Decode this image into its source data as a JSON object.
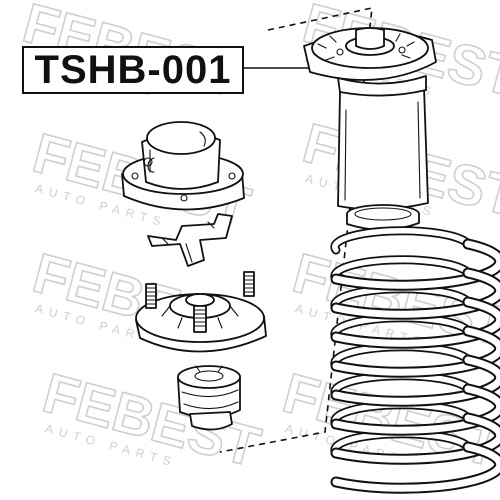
{
  "part_number": "TSHB-001",
  "watermark": {
    "brand": "FEBEST",
    "tagline": "AUTO PARTS",
    "color": "#cfcfcf"
  },
  "ink_color": "#111111"
}
